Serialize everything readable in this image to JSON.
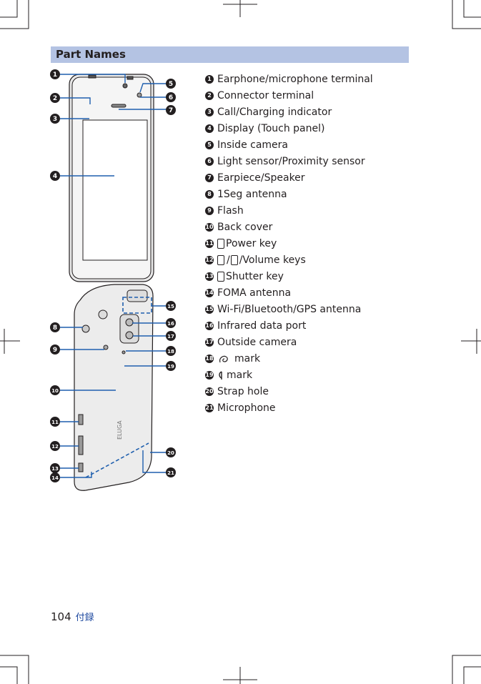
{
  "section_title": "Part Names",
  "parts": [
    {
      "num": "1",
      "label": "Earphone/microphone terminal"
    },
    {
      "num": "2",
      "label": "Connector terminal"
    },
    {
      "num": "3",
      "label": "Call/Charging indicator"
    },
    {
      "num": "4",
      "label": "Display (Touch panel)"
    },
    {
      "num": "5",
      "label": "Inside camera"
    },
    {
      "num": "6",
      "label": "Light sensor/Proximity sensor"
    },
    {
      "num": "7",
      "label": "Earpiece/Speaker"
    },
    {
      "num": "8",
      "label": "1Seg antenna"
    },
    {
      "num": "9",
      "label": "Flash"
    },
    {
      "num": "10",
      "label": "Back cover"
    },
    {
      "num": "11",
      "label": "Power key"
    },
    {
      "num": "12",
      "label": "/Volume keys"
    },
    {
      "num": "13",
      "label": "Shutter key"
    },
    {
      "num": "14",
      "label": "FOMA antenna"
    },
    {
      "num": "15",
      "label": "Wi-Fi/Bluetooth/GPS antenna"
    },
    {
      "num": "16",
      "label": "Infrared data port"
    },
    {
      "num": "17",
      "label": "Outside camera"
    },
    {
      "num": "18",
      "label": "mark"
    },
    {
      "num": "19",
      "label": "mark"
    },
    {
      "num": "20",
      "label": "Strap hole"
    },
    {
      "num": "21",
      "label": "Microphone"
    }
  ],
  "page_number": "104",
  "section_name": "付録",
  "back_brand": "ELUGA",
  "colors": {
    "header_bg": "#b4c3e3",
    "leader_line": "#1f5fae",
    "text": "#231f20"
  }
}
